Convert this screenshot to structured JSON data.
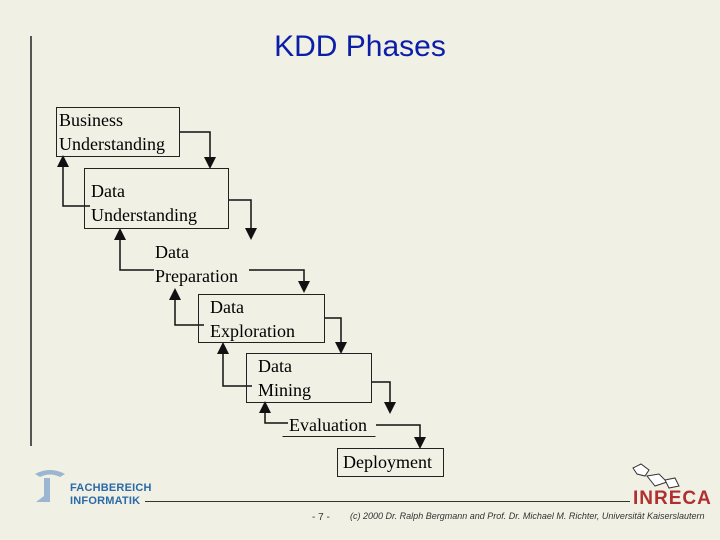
{
  "title": "KDD Phases",
  "phases": [
    {
      "label": "Business\nUnderstanding"
    },
    {
      "label": "Data\nUnderstanding"
    },
    {
      "label": "Data\nPreparation"
    },
    {
      "label": "Data\nExploration"
    },
    {
      "label": "Data\nMining"
    },
    {
      "label": "Evaluation"
    },
    {
      "label": "Deployment"
    }
  ],
  "footer": {
    "page_number": "- 7 -",
    "copyright": "(c) 2000 Dr. Ralph Bergmann and Prof. Dr. Michael M. Richter, Universität Kaiserslautern",
    "logo_left": {
      "line1": "FACHBEREICH",
      "line2": "INFORMATIK"
    },
    "logo_right": "INRECA"
  },
  "colors": {
    "title": "#0a1ea8",
    "background": "#f0f0e4",
    "logo_left": "#2a6aa8",
    "logo_right": "#b03030"
  }
}
